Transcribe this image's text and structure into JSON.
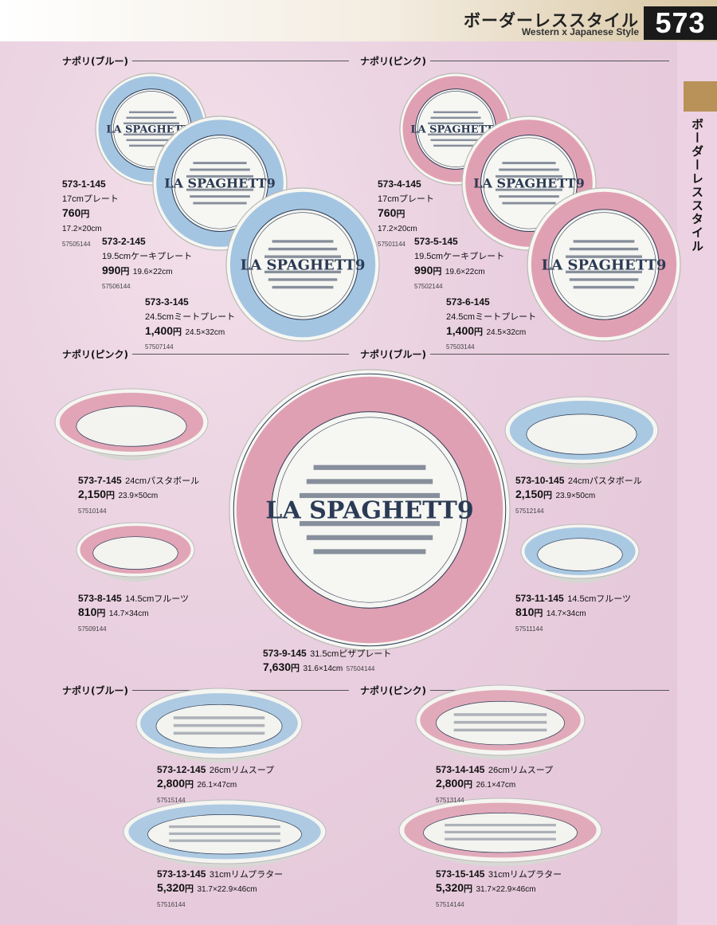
{
  "header": {
    "title": "ボーダーレススタイル",
    "subtitle": "Western x Japanese Style",
    "page_number": "573"
  },
  "side_tab": {
    "label": "ボーダーレススタイル",
    "color": "#b89258"
  },
  "colors": {
    "blue": "#8fb8dc",
    "pink": "#d98aa3",
    "dark": "#2b3a55"
  },
  "plate_text": {
    "logo": "LA SPAGHETT9"
  },
  "sections": [
    {
      "label": "ナポリ(ブルー)"
    },
    {
      "label": "ナポリ(ピンク)"
    },
    {
      "label": "ナポリ(ピンク)"
    },
    {
      "label": "ナポリ(ブルー)"
    },
    {
      "label": "ナポリ(ブルー)"
    },
    {
      "label": "ナポリ(ピンク)"
    }
  ],
  "items": [
    {
      "code": "573-1-145",
      "name": "17cmプレート",
      "price": "760",
      "yen": "円",
      "size": "17.2×20cm",
      "jan": "57505144"
    },
    {
      "code": "573-2-145",
      "name": "19.5cmケーキプレート",
      "price": "990",
      "yen": "円",
      "size": "19.6×22cm",
      "jan": "57506144"
    },
    {
      "code": "573-3-145",
      "name": "24.5cmミートプレート",
      "price": "1,400",
      "yen": "円",
      "size": "24.5×32cm",
      "jan": "57507144"
    },
    {
      "code": "573-4-145",
      "name": "17cmプレート",
      "price": "760",
      "yen": "円",
      "size": "17.2×20cm",
      "jan": "57501144"
    },
    {
      "code": "573-5-145",
      "name": "19.5cmケーキプレート",
      "price": "990",
      "yen": "円",
      "size": "19.6×22cm",
      "jan": "57502144"
    },
    {
      "code": "573-6-145",
      "name": "24.5cmミートプレート",
      "price": "1,400",
      "yen": "円",
      "size": "24.5×32cm",
      "jan": "57503144"
    },
    {
      "code": "573-7-145",
      "name": "24cmパスタボール",
      "price": "2,150",
      "yen": "円",
      "size": "23.9×50cm",
      "jan": "57510144"
    },
    {
      "code": "573-8-145",
      "name": "14.5cmフルーツ",
      "price": "810",
      "yen": "円",
      "size": "14.7×34cm",
      "jan": "57509144"
    },
    {
      "code": "573-9-145",
      "name": "31.5cmピザプレート",
      "price": "7,630",
      "yen": "円",
      "size": "31.6×14cm",
      "jan": "57504144"
    },
    {
      "code": "573-10-145",
      "name": "24cmパスタボール",
      "price": "2,150",
      "yen": "円",
      "size": "23.9×50cm",
      "jan": "57512144"
    },
    {
      "code": "573-11-145",
      "name": "14.5cmフルーツ",
      "price": "810",
      "yen": "円",
      "size": "14.7×34cm",
      "jan": "57511144"
    },
    {
      "code": "573-12-145",
      "name": "26cmリムスープ",
      "price": "2,800",
      "yen": "円",
      "size": "26.1×47cm",
      "jan": "57515144"
    },
    {
      "code": "573-13-145",
      "name": "31cmリムプラター",
      "price": "5,320",
      "yen": "円",
      "size": "31.7×22.9×46cm",
      "jan": "57516144"
    },
    {
      "code": "573-14-145",
      "name": "26cmリムスープ",
      "price": "2,800",
      "yen": "円",
      "size": "26.1×47cm",
      "jan": "57513144"
    },
    {
      "code": "573-15-145",
      "name": "31cmリムプラター",
      "price": "5,320",
      "yen": "円",
      "size": "31.7×22.9×46cm",
      "jan": "57514144"
    }
  ]
}
